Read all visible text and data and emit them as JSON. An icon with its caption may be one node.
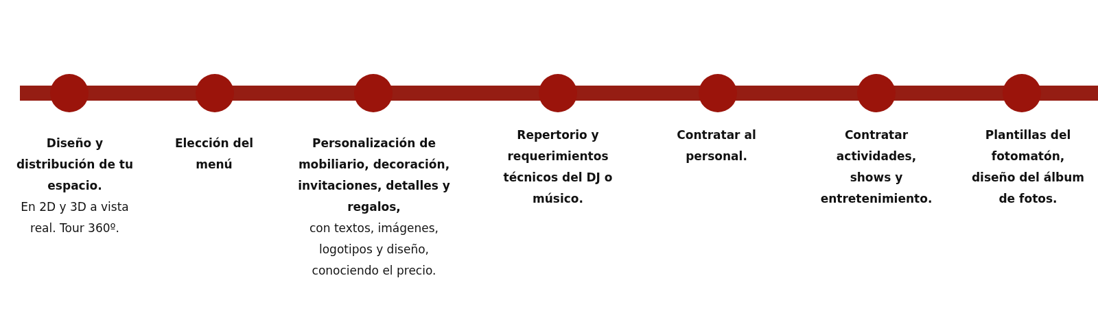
{
  "diagram": {
    "nodes": [
      {
        "text": [
          "Diseño y distribución de tu espacio.",
          "En 2D y 3D a vista real. Tour 360º."
        ]
      },
      {
        "text": [
          "Elección del menú"
        ]
      },
      {
        "text": [
          "Personalización de mobiliario, decoración, invitaciones, detalles y regalos,",
          "con textos, imágenes, logotipos y diseño, conociendo el precio."
        ]
      },
      {
        "text": [
          "Repertorio y requerimientos técnicos del DJ o músico."
        ]
      },
      {
        "text": [
          "Contratar al personal."
        ]
      },
      {
        "text": [
          "Contratar actividades, shows y entretenimiento."
        ]
      },
      {
        "text": [
          "Plantillas del fotomatón, diseño del álbum de fotos."
        ]
      }
    ],
    "edges": [
      {
        "from": null,
        "to": 0,
        "arrow": "none"
      },
      {
        "from": 0,
        "to": 1,
        "arrow": "none"
      },
      {
        "from": 1,
        "to": 2,
        "arrow": "none"
      },
      {
        "from": 2,
        "to": 3,
        "arrow": "none"
      },
      {
        "from": 3,
        "to": 4,
        "arrow": "none"
      },
      {
        "from": 4,
        "to": 5,
        "arrow": "none"
      },
      {
        "from": 5,
        "to": 6,
        "arrow": "none"
      },
      {
        "from": 6,
        "to": null,
        "arrow": "none"
      }
    ]
  }
}
